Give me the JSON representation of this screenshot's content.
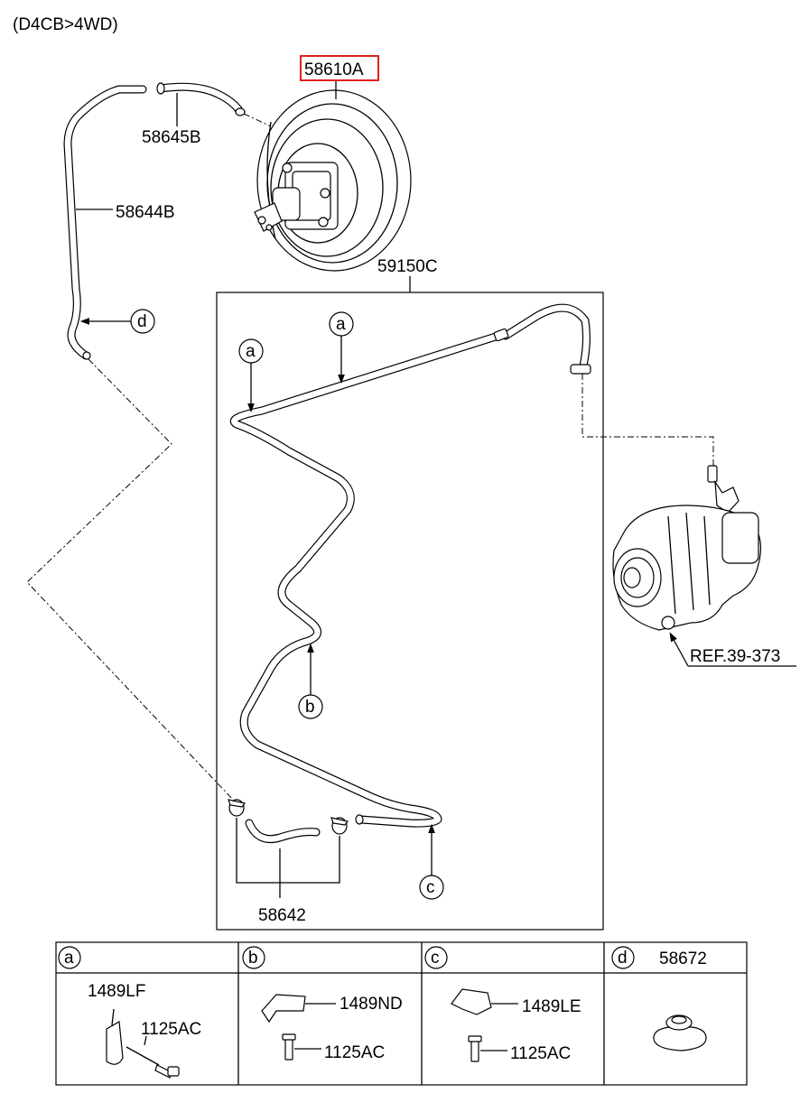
{
  "header": {
    "variant": "(D4CB>4WD)"
  },
  "highlight_color": "#e02020",
  "callouts": {
    "booster": "58610A",
    "hose_top": "58645B",
    "pipe_left": "58644B",
    "vacuum_pipe": "59150C",
    "hose_clamps": "58642",
    "ref": "REF.39-373"
  },
  "markers": {
    "a": "a",
    "b": "b",
    "c": "c",
    "d": "d"
  },
  "legend": {
    "cells": [
      {
        "key": "a",
        "parts": [
          "1489LF",
          "1125AC"
        ]
      },
      {
        "key": "b",
        "parts": [
          "1489ND",
          "1125AC"
        ]
      },
      {
        "key": "c",
        "parts": [
          "1489LE",
          "1125AC"
        ]
      },
      {
        "key": "d",
        "parts": [
          "58672"
        ]
      }
    ]
  }
}
